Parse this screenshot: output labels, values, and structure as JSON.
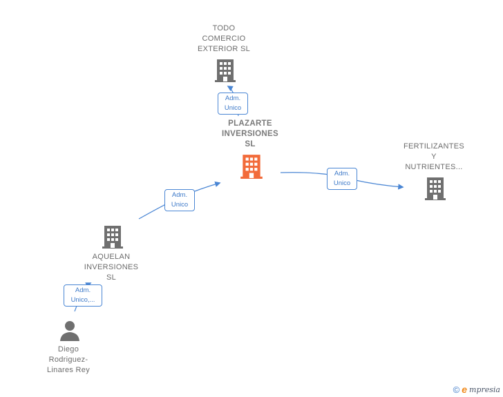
{
  "nodes": {
    "todo": {
      "lines": [
        "TODO",
        "COMERCIO",
        "EXTERIOR  SL"
      ]
    },
    "plazarte": {
      "lines": [
        "PLAZARTE",
        "INVERSIONES",
        "SL"
      ]
    },
    "fertilizantes": {
      "lines": [
        "FERTILIZANTES",
        "Y",
        "NUTRIENTES..."
      ]
    },
    "aquelan": {
      "lines": [
        "AQUELAN",
        "INVERSIONES",
        "SL"
      ]
    },
    "diego": {
      "lines": [
        "Diego",
        "Rodriguez-",
        "Linares Rey"
      ]
    }
  },
  "edges": {
    "plazarte_todo": {
      "lines": [
        "Adm.",
        "Unico"
      ]
    },
    "plazarte_fert": {
      "lines": [
        "Adm.",
        "Unico"
      ]
    },
    "aquelan_plazarte": {
      "lines": [
        "Adm.",
        "Unico"
      ]
    },
    "diego_aquelan": {
      "lines": [
        "Adm.",
        "Unico,..."
      ]
    }
  },
  "colors": {
    "company": "#6f6f6f",
    "focus": "#f26b3a",
    "person": "#6f6f6f",
    "edge": "#4a86d4"
  },
  "brand": {
    "copyright": "©",
    "initial": "e",
    "name": "mpresia"
  }
}
